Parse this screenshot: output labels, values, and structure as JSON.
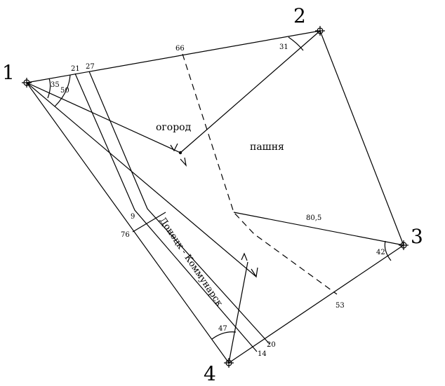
{
  "vertices": {
    "v1": "1",
    "v2": "2",
    "v3": "3",
    "v4": "4"
  },
  "areas": {
    "garden": "огород",
    "arable": "пашня"
  },
  "road": "Донецк - Коммунарск",
  "measurements": {
    "m66": "66",
    "m21": "21",
    "m27": "27",
    "m31": "31",
    "m35": "35",
    "m50": "50",
    "m9": "9",
    "m76": "76",
    "m80_5": "80,5",
    "m42": "42",
    "m53": "53",
    "m47": "47",
    "m20": "20",
    "m14": "14"
  }
}
